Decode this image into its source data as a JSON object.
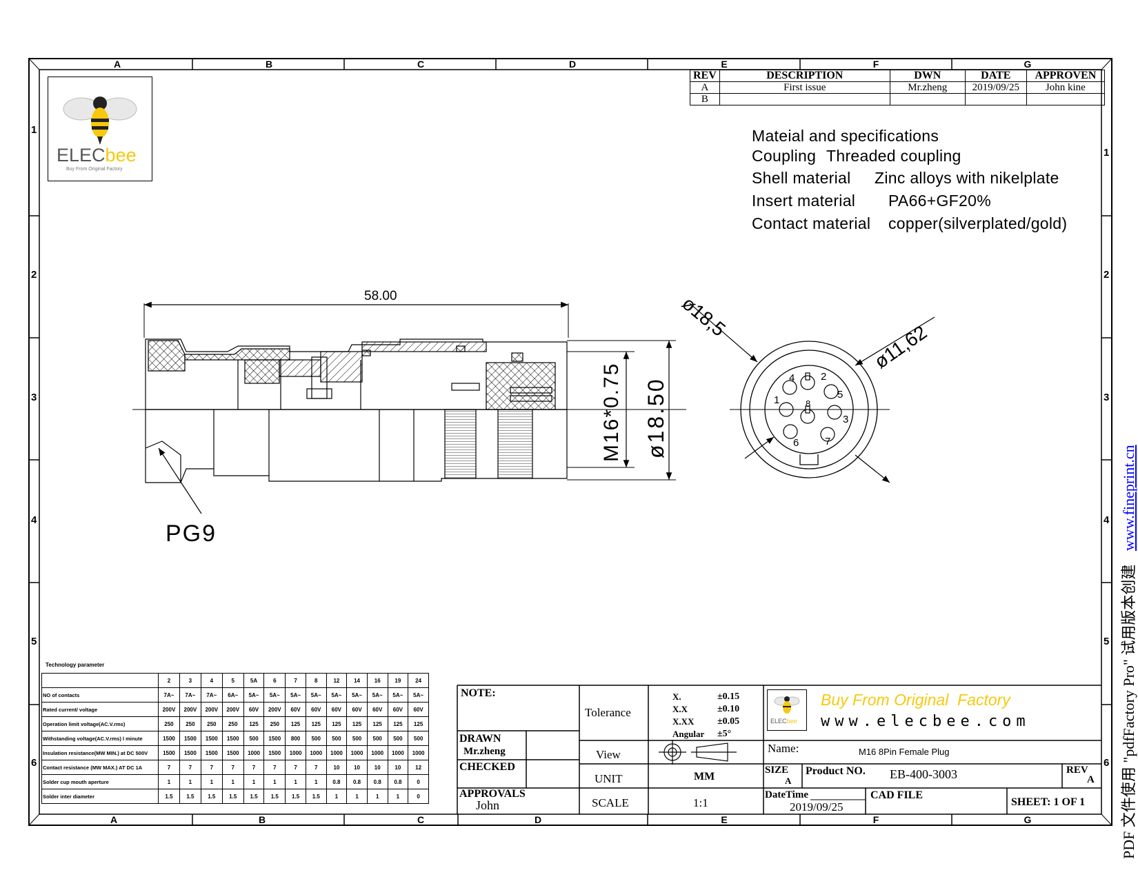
{
  "border": {
    "columns_top": [
      "A",
      "B",
      "C",
      "D",
      "E",
      "F",
      "G"
    ],
    "columns_bottom": [
      "A",
      "B",
      "C",
      "D",
      "E",
      "F",
      "G"
    ],
    "rows": [
      "1",
      "2",
      "3",
      "4",
      "5",
      "6"
    ]
  },
  "logo": {
    "brand_prefix": "ELEC",
    "brand_suffix": "bee",
    "tagline": "Buy From Original Factory"
  },
  "revision_table": {
    "headers": [
      "REV",
      "DESCRIPTION",
      "DWN",
      "DATE",
      "APPROVEN"
    ],
    "rows": [
      [
        "A",
        "First issue",
        "Mr.zheng",
        "2019/09/25",
        "John kine"
      ],
      [
        "B",
        "",
        "",
        "",
        ""
      ]
    ]
  },
  "specs": {
    "title": "Mateial and specifications",
    "lines": [
      {
        "label": "Coupling",
        "value": "Threaded coupling"
      },
      {
        "label": "Shell material",
        "value": "Zinc alloys with nikelplate"
      },
      {
        "label": "Insert material",
        "value": "PA66+GF20%"
      },
      {
        "label": "Contact material",
        "value": "copper(silverplated/gold)"
      }
    ]
  },
  "drawing": {
    "length": "58.00",
    "thread": "M16*0.75",
    "outer_dia": "ø18.50",
    "cable_gland": "PG9",
    "front_outer": "ø18,5",
    "front_inner": "ø11,62",
    "pin_numbers": [
      "1",
      "2",
      "3",
      "4",
      "5",
      "6",
      "7",
      "8"
    ]
  },
  "tech_table": {
    "title": "Technology parameter",
    "headers": [
      "2",
      "3",
      "4",
      "5",
      "5A",
      "6",
      "7",
      "8",
      "12",
      "14",
      "16",
      "19",
      "24"
    ],
    "rows": [
      {
        "label": "NO of contacts",
        "values": [
          "7A~",
          "7A~",
          "7A~",
          "6A~",
          "5A~",
          "5A~",
          "5A~",
          "5A~",
          "5A~",
          "5A~",
          "5A~",
          "5A~",
          "5A~"
        ]
      },
      {
        "label": "Rated current/ voltage",
        "values": [
          "200V",
          "200V",
          "200V",
          "200V",
          "60V",
          "200V",
          "60V",
          "60V",
          "60V",
          "60V",
          "60V",
          "60V",
          "60V"
        ]
      },
      {
        "label": "Operation limit voltage(AC.V.rms)",
        "values": [
          "250",
          "250",
          "250",
          "250",
          "125",
          "250",
          "125",
          "125",
          "125",
          "125",
          "125",
          "125",
          "125"
        ]
      },
      {
        "label": "Withstanding voltage(AC.V.rms) l minute",
        "values": [
          "1500",
          "1500",
          "1500",
          "1500",
          "500",
          "1500",
          "800",
          "500",
          "500",
          "500",
          "500",
          "500",
          "500"
        ]
      },
      {
        "label": "Insulation resistance(MW MIN.) at DC 500V",
        "values": [
          "1500",
          "1500",
          "1500",
          "1500",
          "1000",
          "1500",
          "1000",
          "1000",
          "1000",
          "1000",
          "1000",
          "1000",
          "1000"
        ]
      },
      {
        "label": "Contact resistance (MW MAX.) AT DC 1A",
        "values": [
          "7",
          "7",
          "7",
          "7",
          "7",
          "7",
          "7",
          "7",
          "10",
          "10",
          "10",
          "10",
          "12"
        ]
      },
      {
        "label": "Solder cup mouth aperture",
        "values": [
          "1",
          "1",
          "1",
          "1",
          "1",
          "1",
          "1",
          "1",
          "0.8",
          "0.8",
          "0.8",
          "0.8",
          "0"
        ]
      },
      {
        "label": "Solder inter diameter",
        "values": [
          "1.5",
          "1.5",
          "1.5",
          "1.5",
          "1.5",
          "1.5",
          "1.5",
          "1.5",
          "1",
          "1",
          "1",
          "1",
          "0"
        ]
      }
    ]
  },
  "title_block": {
    "note_label": "NOTE:",
    "drawn_label": "DRAWN",
    "drawn_by": "Mr.zheng",
    "checked_label": "CHECKED",
    "approvals_label": "APPROVALS",
    "approvals_by": "John",
    "tolerance_label": "Tolerance",
    "tolerances": [
      {
        "k": "X.",
        "v": "±0.15"
      },
      {
        "k": "X.X",
        "v": "±0.10"
      },
      {
        "k": "X.XX",
        "v": "±0.05"
      },
      {
        "k": "Angular",
        "v": "±5°"
      }
    ],
    "view_label": "View",
    "unit_label": "UNIT",
    "unit_value": "MM",
    "scale_label": "SCALE",
    "scale_value": "1:1",
    "slogan": "Buy From Original  Factory",
    "website": "www.elecbee.com",
    "name_label": "Name:",
    "name_value": "M16 8Pin Female Plug",
    "size_label": "SIZE",
    "size_value": "A",
    "product_no_label": "Product NO.",
    "product_no_value": "EB-400-3003",
    "rev_label": "REV",
    "rev_value": "A",
    "datetime_label": "DateTime",
    "datetime_value": "2019/09/25",
    "cad_file_label": "CAD FILE",
    "sheet_text": "SHEET: 1 OF 1"
  },
  "watermark": {
    "text": "PDF 文件使用 \"pdfFactory Pro\" 试用版本创建",
    "link": "www.fineprint.cn"
  }
}
